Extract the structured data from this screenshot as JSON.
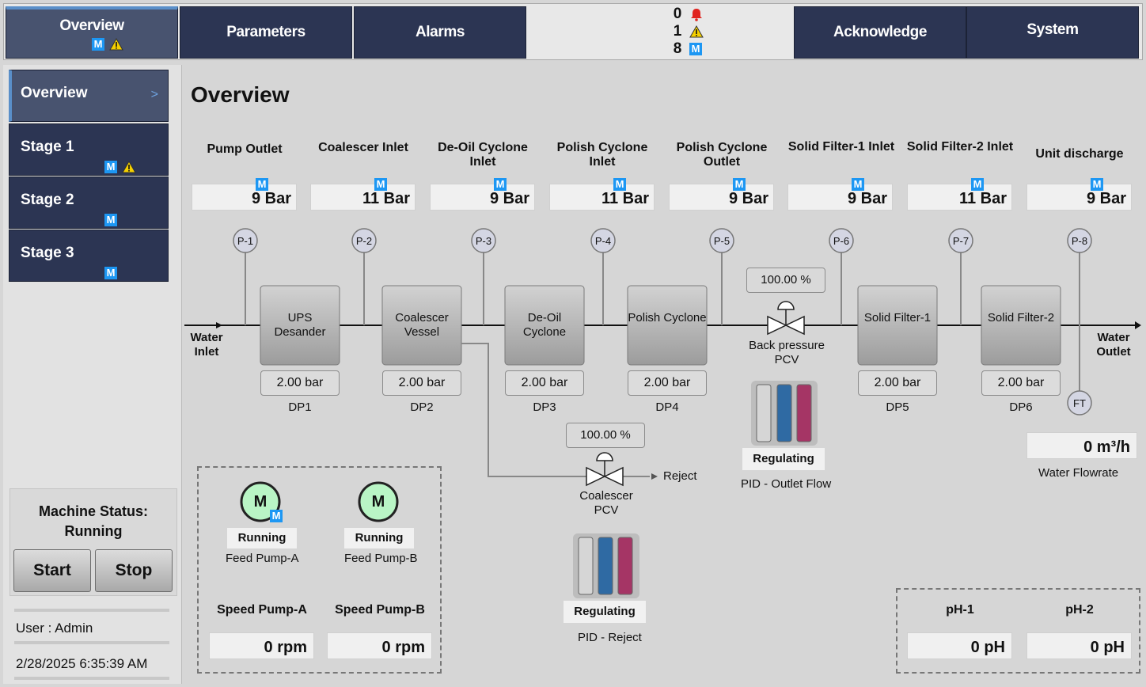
{
  "topbar": {
    "tabs": [
      {
        "label": "Overview",
        "active": true
      },
      {
        "label": "Parameters"
      },
      {
        "label": "Alarms"
      }
    ],
    "counters": {
      "alarm_count": "0",
      "warning_count": "1",
      "manual_count": "8"
    },
    "acknowledge_label": "Acknowledge",
    "system_label": "System",
    "manual_badge": "M"
  },
  "sidebar": {
    "items": [
      {
        "label": "Overview",
        "chevron": ">"
      },
      {
        "label": "Stage 1"
      },
      {
        "label": "Stage 2"
      },
      {
        "label": "Stage 3"
      }
    ],
    "machine_status_title": "Machine Status:",
    "machine_status_value": "Running",
    "start_label": "Start",
    "stop_label": "Stop",
    "user_text": "User : Admin",
    "datetime_text": "2/28/2025 6:35:39 AM"
  },
  "main": {
    "title": "Overview",
    "pressures": [
      {
        "label": "Pump Outlet",
        "value": "9 Bar",
        "tag": "P-1"
      },
      {
        "label": "Coalescer Inlet",
        "value": "11 Bar",
        "tag": "P-2"
      },
      {
        "label": "De-Oil Cyclone Inlet",
        "value": "9 Bar",
        "tag": "P-3"
      },
      {
        "label": "Polish Cyclone Inlet",
        "value": "11 Bar",
        "tag": "P-4"
      },
      {
        "label": "Polish Cyclone Outlet",
        "value": "9 Bar",
        "tag": "P-5"
      },
      {
        "label": "Solid Filter-1 Inlet",
        "value": "9 Bar",
        "tag": "P-6"
      },
      {
        "label": "Solid Filter-2 Inlet",
        "value": "11 Bar",
        "tag": "P-7"
      },
      {
        "label": "Unit discharge",
        "value": "9 Bar",
        "tag": "P-8"
      }
    ],
    "vessels": [
      {
        "name": "UPS Desander",
        "dp_value": "2.00 bar",
        "dp_label": "DP1"
      },
      {
        "name": "Coalescer Vessel",
        "dp_value": "2.00 bar",
        "dp_label": "DP2"
      },
      {
        "name": "De-Oil Cyclone",
        "dp_value": "2.00 bar",
        "dp_label": "DP3"
      },
      {
        "name": "Polish Cyclone",
        "dp_value": "2.00 bar",
        "dp_label": "DP4"
      },
      {
        "name": "Solid Filter-1",
        "dp_value": "2.00 bar",
        "dp_label": "DP5"
      },
      {
        "name": "Solid Filter-2",
        "dp_value": "2.00 bar",
        "dp_label": "DP6"
      }
    ],
    "water_inlet": "Water Inlet",
    "water_outlet": "Water Outlet",
    "back_pressure_valve": {
      "position": "100.00 %",
      "label": "Back pressure PCV"
    },
    "coalescer_valve": {
      "position": "100.00 %",
      "label": "Coalescer PCV"
    },
    "reject_label": "Reject",
    "pid_outlet": {
      "status": "Regulating",
      "label": "PID - Outlet Flow"
    },
    "pid_reject": {
      "status": "Regulating",
      "label": "PID - Reject"
    },
    "flow_transmitter_tag": "FT",
    "water_flowrate": {
      "value": "0 m³/h",
      "label": "Water Flowrate"
    },
    "pumps": [
      {
        "name": "Feed Pump-A",
        "status": "Running",
        "motor_symbol": "M",
        "speed_label": "Speed Pump-A",
        "speed_value": "0 rpm"
      },
      {
        "name": "Feed Pump-B",
        "status": "Running",
        "motor_symbol": "M",
        "speed_label": "Speed Pump-B",
        "speed_value": "0 rpm"
      }
    ],
    "ph": [
      {
        "label": "pH-1",
        "value": "0 pH"
      },
      {
        "label": "pH-2",
        "value": "0 pH"
      }
    ]
  },
  "colors": {
    "nav_dark": "#2c3553",
    "nav_active": "#48536f",
    "manual_blue": "#1d97f3",
    "motor_green": "#b9f5c5",
    "pid_blue": "#2f6aa3",
    "pid_magenta": "#a53565"
  }
}
